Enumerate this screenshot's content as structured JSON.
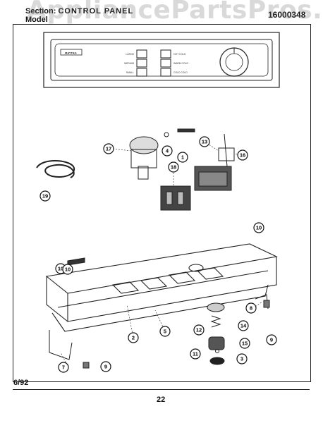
{
  "header": {
    "section_label": "Section:",
    "section_value": "CONTROL PANEL",
    "model_label": "Model",
    "doc_number": "16000348"
  },
  "watermark": "AppliancePartsPros.com",
  "panel": {
    "brand": "MAYTAG",
    "left_buttons": [
      "LARGE",
      "MEDIUM",
      "SMALL"
    ],
    "right_buttons": [
      "HOT COLD",
      "WARM COLD",
      "COLD COLD"
    ]
  },
  "callouts": [
    "1",
    "2",
    "3",
    "4",
    "5",
    "7",
    "8",
    "9",
    "9",
    "10",
    "10",
    "10",
    "11",
    "12",
    "13",
    "14",
    "15",
    "16",
    "17",
    "18",
    "19"
  ],
  "footer": {
    "date": "6/92",
    "page": "22"
  }
}
